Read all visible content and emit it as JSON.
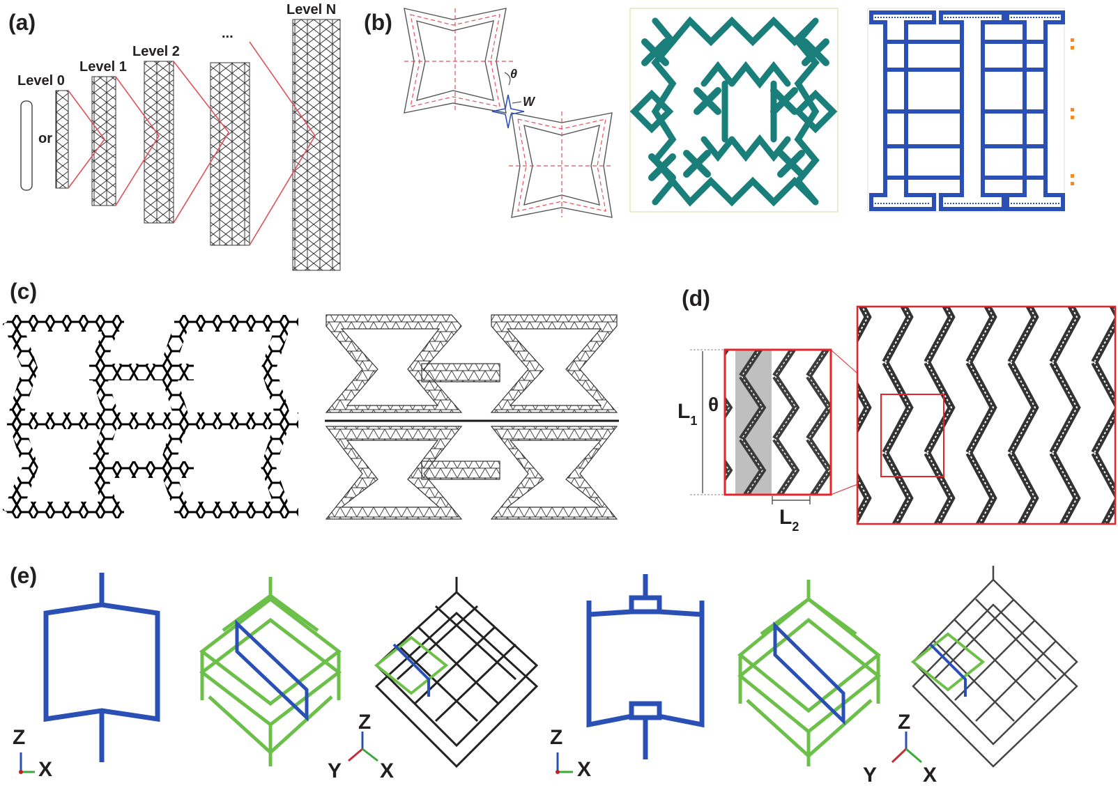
{
  "panels": {
    "a": {
      "label": "(a)",
      "levels": [
        "Level 0",
        "Level 1",
        "Level 2",
        "...",
        "Level N"
      ],
      "or_text": "or"
    },
    "b": {
      "label": "(b)",
      "theta": "θ",
      "w": "W"
    },
    "c": {
      "label": "(c)"
    },
    "d": {
      "label": "(d)",
      "l1": "L",
      "l1_sub": "1",
      "l2": "L",
      "l2_sub": "2",
      "theta": "θ"
    },
    "e": {
      "label": "(e)",
      "axes_2d_1": {
        "z": "Z",
        "x": "X"
      },
      "axes_3d_1": {
        "z": "Z",
        "y": "Y",
        "x": "X"
      },
      "axes_2d_2": {
        "z": "Z",
        "x": "X"
      },
      "axes_3d_2": {
        "z": "Z",
        "y": "Y",
        "x": "X"
      }
    }
  },
  "colors": {
    "teal": "#1a7f7a",
    "blue": "#2a4fb5",
    "green": "#6cc04a",
    "red_guide": "#e0505a",
    "dark": "#231f20"
  }
}
